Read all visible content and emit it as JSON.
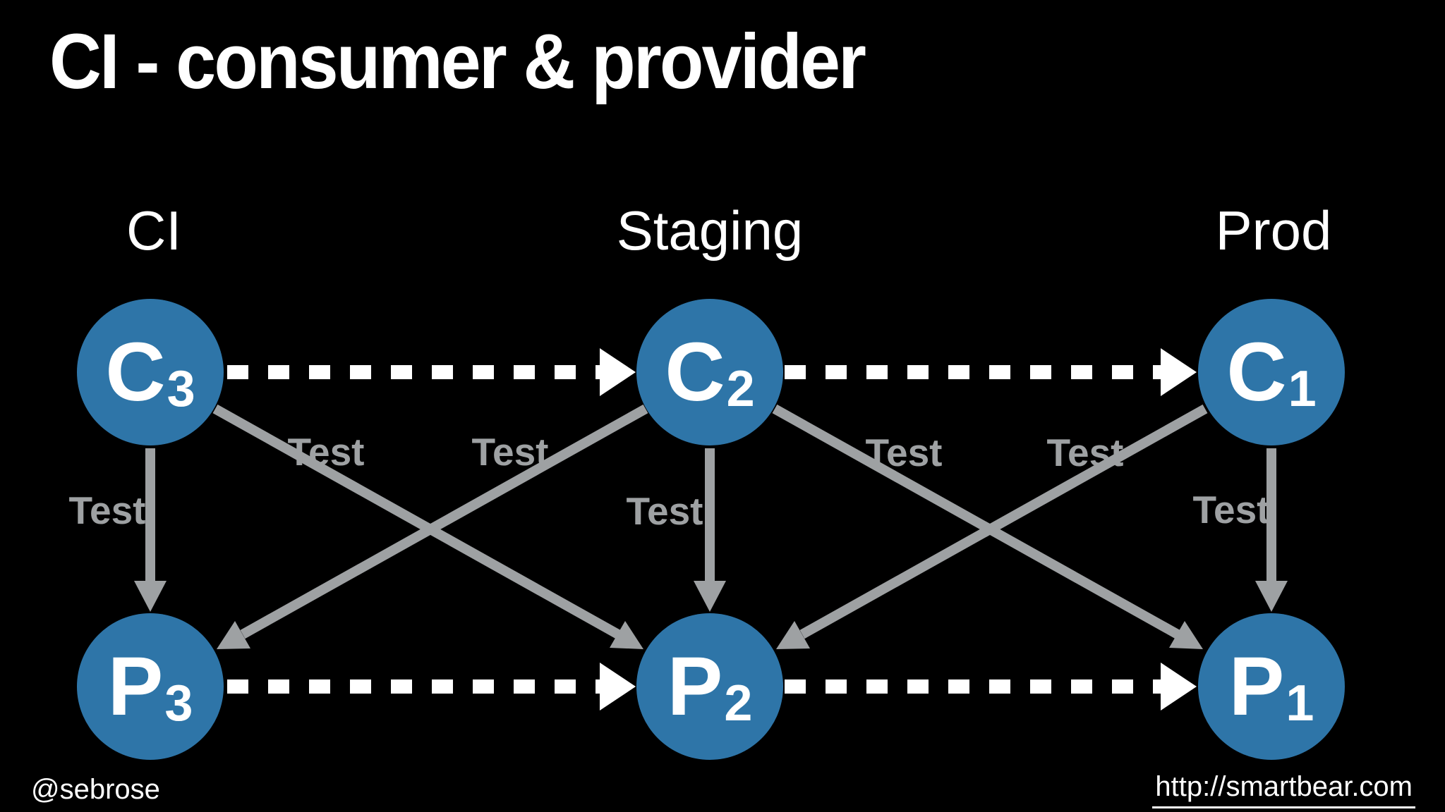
{
  "title": "CI - consumer & provider",
  "columns": [
    {
      "label": "CI"
    },
    {
      "label": "Staging"
    },
    {
      "label": "Prod"
    }
  ],
  "nodes": [
    {
      "id": "C3",
      "letter": "C",
      "sub": "3"
    },
    {
      "id": "C2",
      "letter": "C",
      "sub": "2"
    },
    {
      "id": "C1",
      "letter": "C",
      "sub": "1"
    },
    {
      "id": "P3",
      "letter": "P",
      "sub": "3"
    },
    {
      "id": "P2",
      "letter": "P",
      "sub": "2"
    },
    {
      "id": "P1",
      "letter": "P",
      "sub": "1"
    }
  ],
  "pipeline_edges": [
    {
      "from": "C3",
      "to": "C2",
      "style": "dashed-white-arrow"
    },
    {
      "from": "C2",
      "to": "C1",
      "style": "dashed-white-arrow"
    },
    {
      "from": "P3",
      "to": "P2",
      "style": "dashed-white-arrow"
    },
    {
      "from": "P2",
      "to": "P1",
      "style": "dashed-white-arrow"
    }
  ],
  "test_edges": [
    {
      "from": "C3",
      "to": "P3",
      "label": "Test"
    },
    {
      "from": "C3",
      "to": "P2",
      "label": "Test"
    },
    {
      "from": "C2",
      "to": "P3",
      "label": "Test"
    },
    {
      "from": "C2",
      "to": "P2",
      "label": "Test"
    },
    {
      "from": "C2",
      "to": "P1",
      "label": "Test"
    },
    {
      "from": "C1",
      "to": "P2",
      "label": "Test"
    },
    {
      "from": "C1",
      "to": "P1",
      "label": "Test"
    }
  ],
  "footer": {
    "left": "@sebrose",
    "right": "http://smartbear.com"
  },
  "colors": {
    "background": "#000000",
    "node_fill": "#2e75a8",
    "node_text": "#ffffff",
    "test_arrow_gray": "#9ea1a3",
    "pipeline_arrow_white": "#ffffff",
    "heading_text": "#ffffff"
  }
}
